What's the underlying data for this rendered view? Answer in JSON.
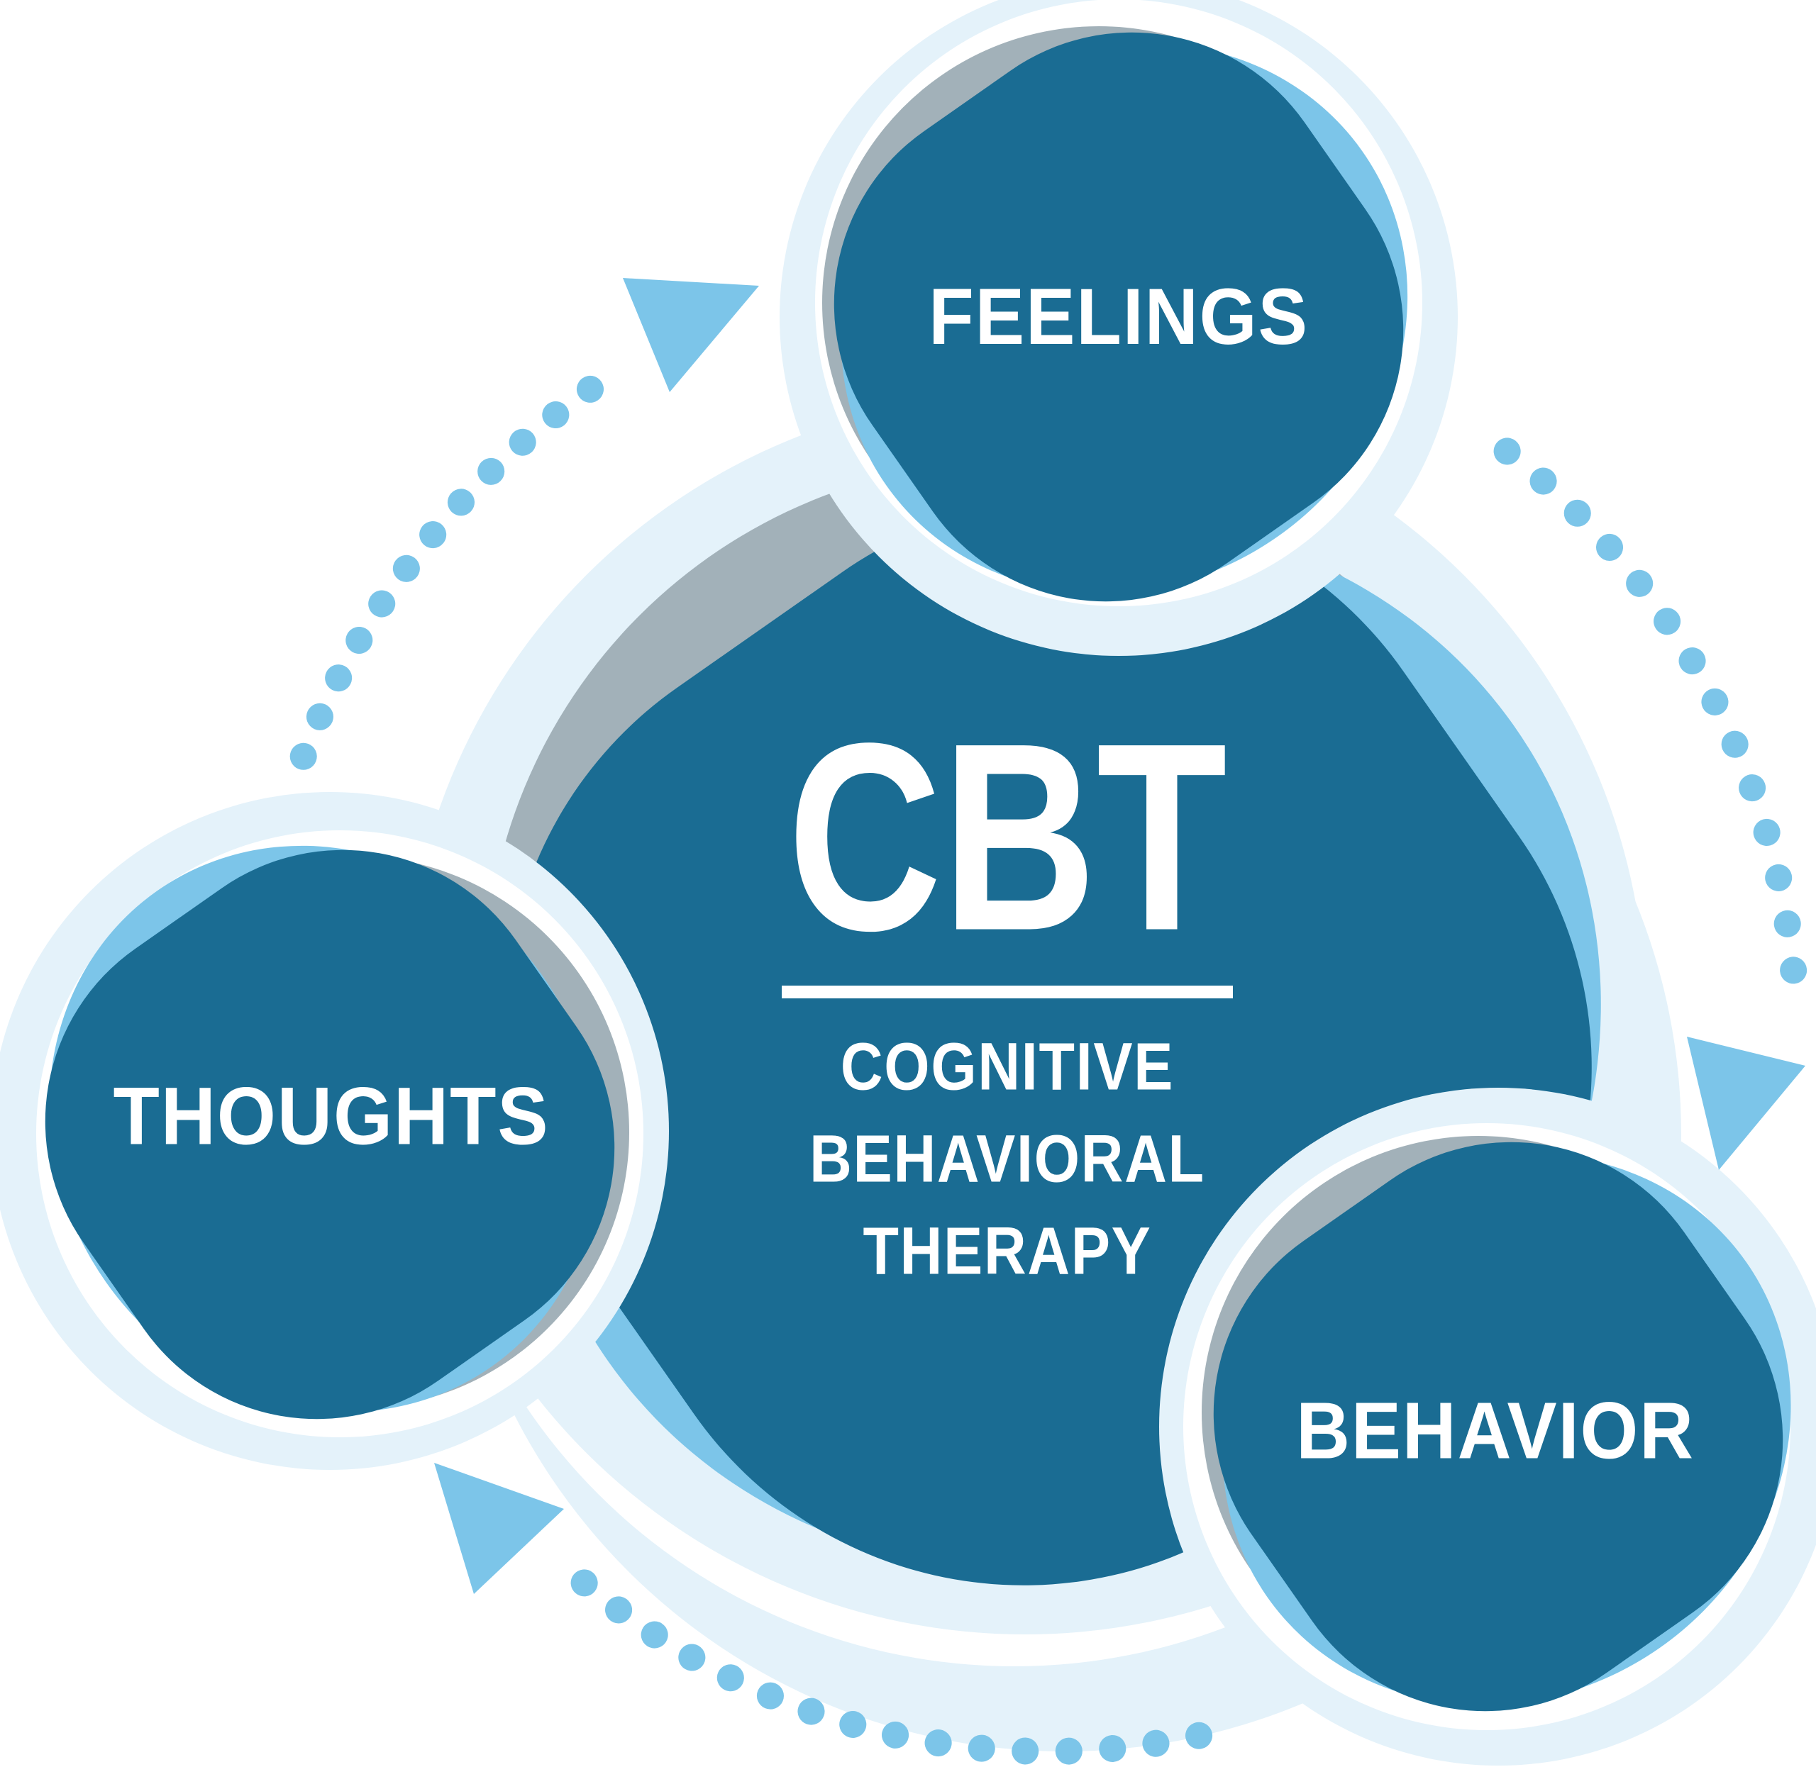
{
  "diagram": {
    "center": {
      "acronym": "CBT",
      "expansion_lines": [
        "COGNITIVE",
        "BEHAVIORAL",
        "THERAPY"
      ]
    },
    "nodes": [
      {
        "id": "feelings",
        "label": "FEELINGS"
      },
      {
        "id": "thoughts",
        "label": "THOUGHTS"
      },
      {
        "id": "behavior",
        "label": "BEHAVIOR"
      }
    ],
    "flow": {
      "direction": "clockwise",
      "sequence": [
        "THOUGHTS",
        "FEELINGS",
        "BEHAVIOR"
      ],
      "style": "dotted arcs with triangular arrowheads"
    },
    "colors": {
      "primary_dark": "#1a6c93",
      "accent_blue": "#7cc5e9",
      "shadow_gray": "#a2b1b9",
      "halo_pale": "#e4f2fa",
      "ring_white": "#ffffff",
      "background": "#ffffff",
      "text": "#ffffff"
    }
  }
}
